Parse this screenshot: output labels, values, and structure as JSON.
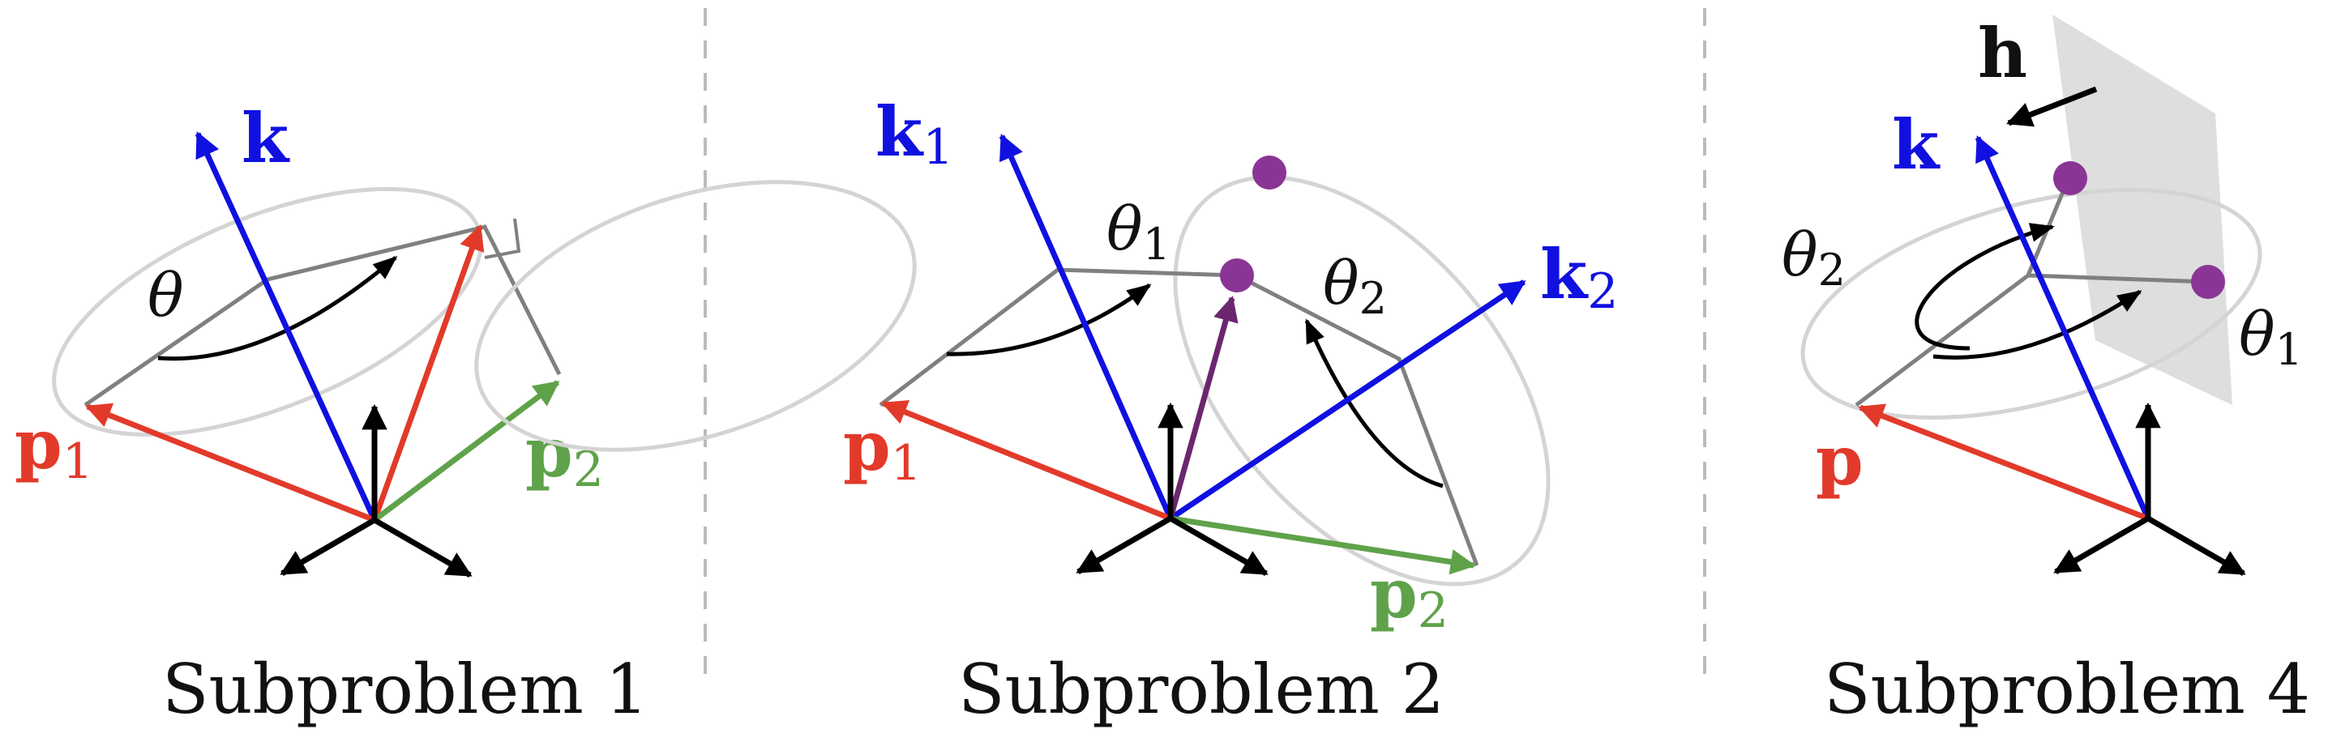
{
  "panels": [
    {
      "caption": "Subproblem 1",
      "labels": {
        "k": "k",
        "p1_base": "p",
        "p1_sub": "1",
        "p2_base": "p",
        "p2_sub": "2",
        "theta": "θ"
      }
    },
    {
      "caption": "Subproblem 2",
      "labels": {
        "k1_base": "k",
        "k1_sub": "1",
        "k2_base": "k",
        "k2_sub": "2",
        "p1_base": "p",
        "p1_sub": "1",
        "p2_base": "p",
        "p2_sub": "2",
        "theta1_base": "θ",
        "theta1_sub": "1",
        "theta2_base": "θ",
        "theta2_sub": "2"
      }
    },
    {
      "caption": "Subproblem 4",
      "labels": {
        "h": "h",
        "k": "k",
        "p": "p",
        "theta1_base": "θ",
        "theta1_sub": "1",
        "theta2_base": "θ",
        "theta2_sub": "2"
      }
    }
  ],
  "colors": {
    "k": "#1010e0",
    "p1": "#e23a2a",
    "p2": "#5fa24a",
    "solution_point": "#8a3596",
    "solution_vector": "#6b2670",
    "construction": "#808080",
    "circle": "#d4d4d4",
    "plane": "#dedede",
    "divider": "#bbbbbb",
    "axes": "#000000"
  }
}
